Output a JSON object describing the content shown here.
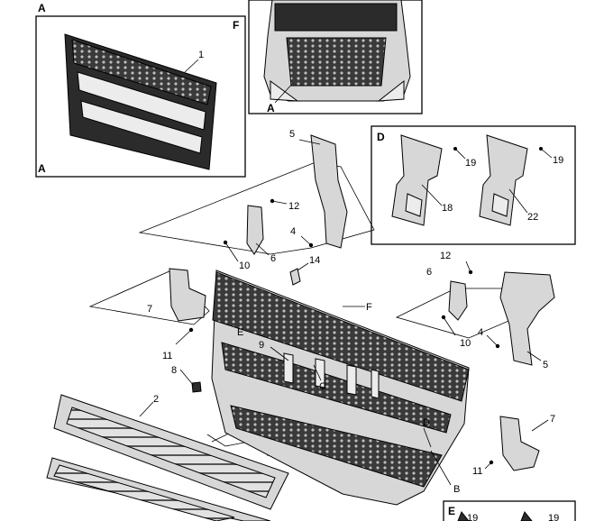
{
  "views": {
    "A": "A",
    "A_detail": "A",
    "D": "D",
    "E": "E",
    "F_detail": "F",
    "F_main": "F"
  },
  "callouts": {
    "p1": "1",
    "p2": "2",
    "p4a": "4",
    "p4b": "4",
    "p5a": "5",
    "p5b": "5",
    "p6a": "6",
    "p6b": "6",
    "p7a": "7",
    "p7b": "7",
    "p8": "8",
    "p9": "9",
    "p10a": "10",
    "p10b": "10",
    "p11a": "11",
    "p11b": "11",
    "p12a": "12",
    "p12b": "12",
    "p14": "14",
    "p18": "18",
    "p19a": "19",
    "p19b": "19",
    "p19c": "19",
    "p19d": "19",
    "p22": "22",
    "B": "B",
    "C": "C",
    "D": "D",
    "E": "E"
  },
  "colors": {
    "line": "#000000",
    "part_fill": "#d7d7d7",
    "mesh_fill": "#2b2b2b",
    "background": "#ffffff"
  }
}
